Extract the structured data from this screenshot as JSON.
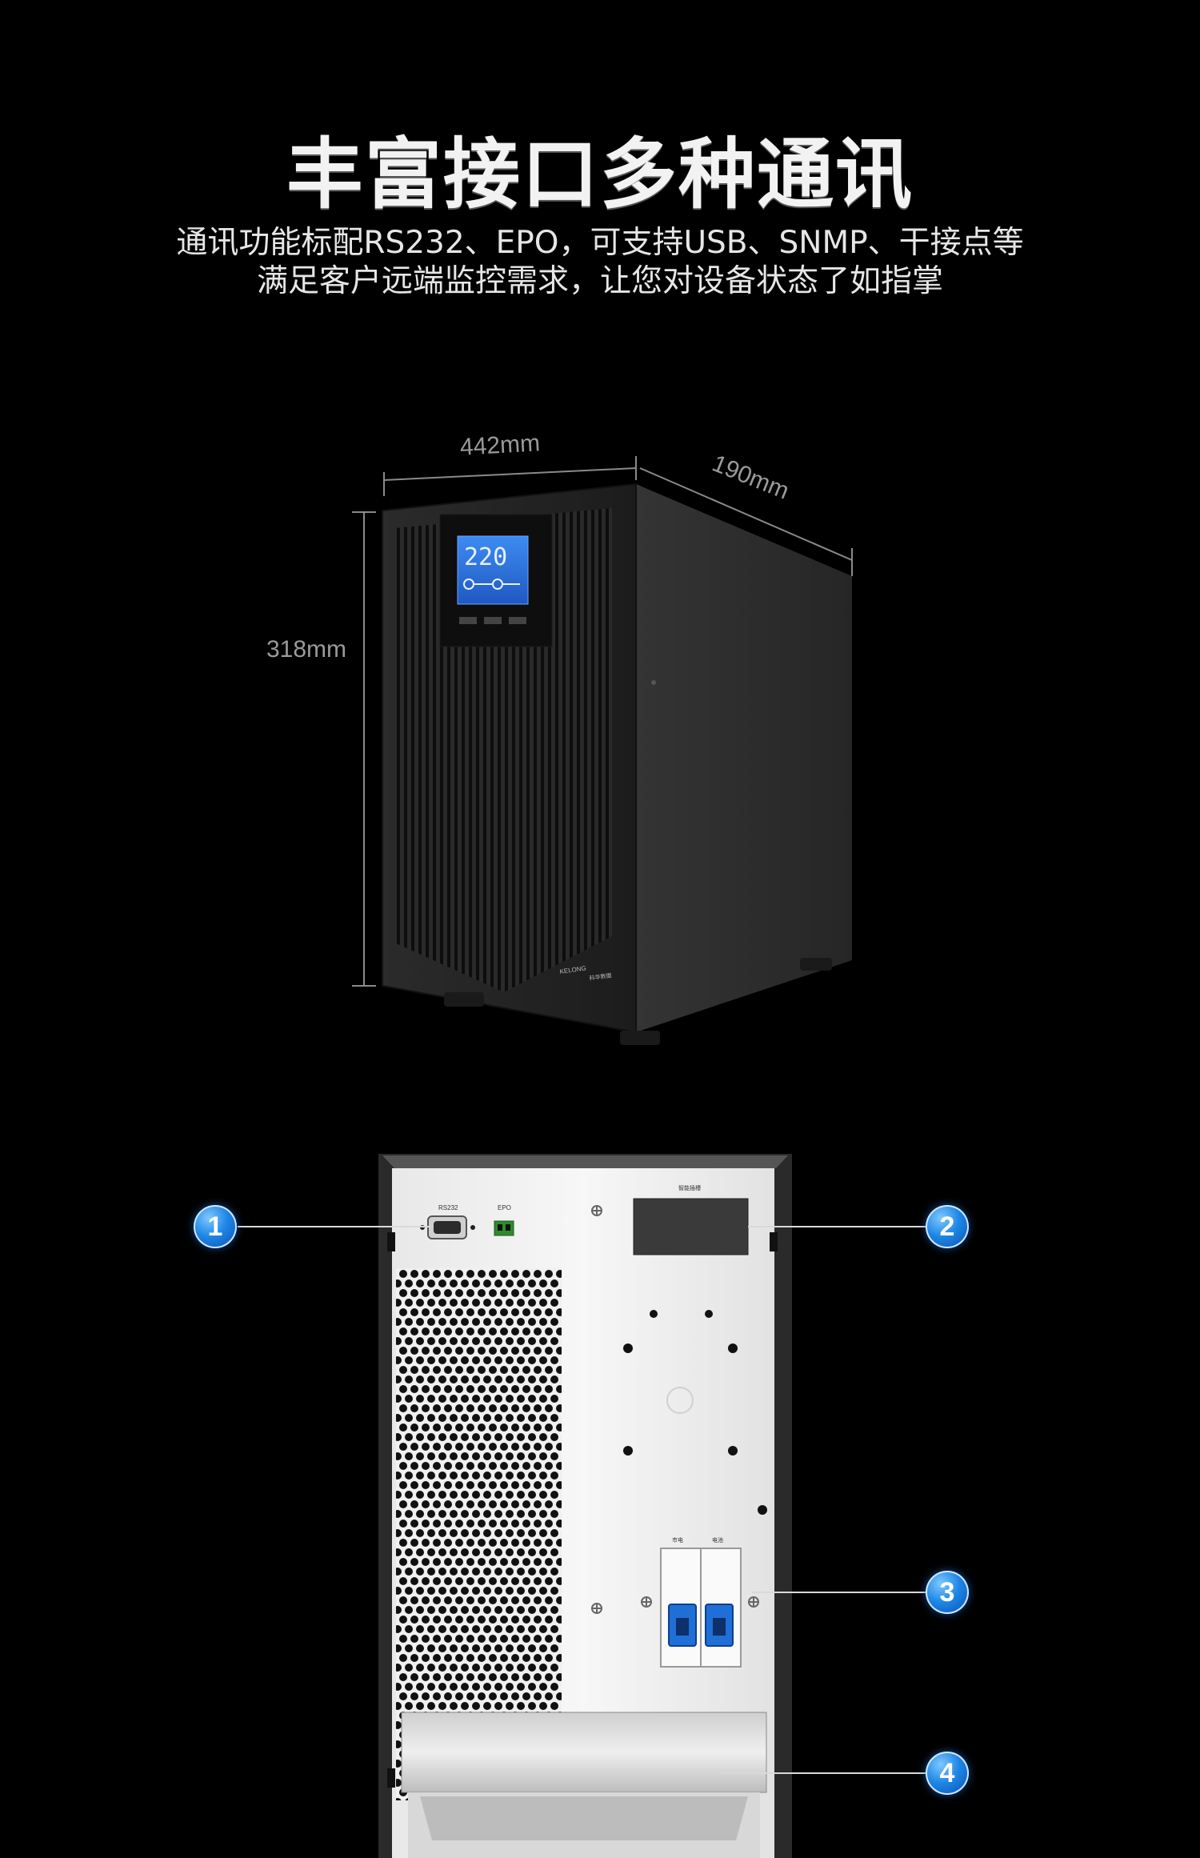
{
  "header": {
    "title": "丰富接口多种通讯",
    "subtitle_line1": "通讯功能标配RS232、EPO，可支持USB、SNMP、干接点等",
    "subtitle_line2": "满足客户远端监控需求，让您对设备状态了如指掌"
  },
  "dimensions": {
    "width": "442mm",
    "depth": "190mm",
    "height": "318mm"
  },
  "front_panel": {
    "lcd_value": "220",
    "brand_top": "KELONG",
    "brand_bottom": "科华数据"
  },
  "rear_panel": {
    "port_rs232": "RS232",
    "port_epo": "EPO",
    "slot_label": "智能插槽",
    "breaker_left": "市电",
    "breaker_right": "电池"
  },
  "callouts": [
    "1",
    "2",
    "3",
    "4"
  ],
  "colors": {
    "background": "#000000",
    "callout_blue": "#1d86e6",
    "lcd_blue": "#2a6cd6"
  }
}
